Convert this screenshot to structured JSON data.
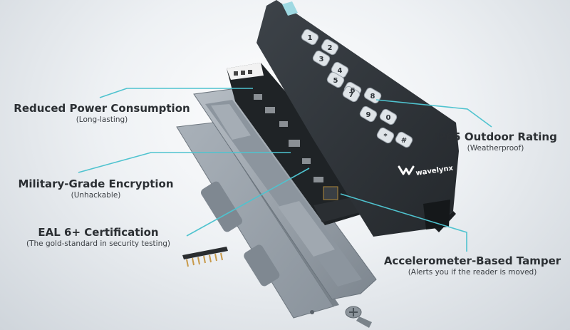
{
  "colors": {
    "leader_line": "#4fc3cf",
    "device_body": "#2e3338",
    "pcb": "#1f2326",
    "bracket": "#9aa3ac"
  },
  "brand": {
    "logo_text": "wavelynx"
  },
  "keypad": {
    "keys": [
      "1",
      "2",
      "3",
      "4",
      "5",
      "6",
      "7",
      "8",
      "9",
      "0",
      "*",
      "#"
    ]
  },
  "callouts": {
    "power": {
      "title": "Reduced Power Consumption",
      "subtitle": "(Long-lasting)"
    },
    "encryption": {
      "title": "Military-Grade Encryption",
      "subtitle": "(Unhackable)"
    },
    "eal": {
      "title": "EAL 6+ Certification",
      "subtitle": "(The gold-standard in security testing)"
    },
    "ip65": {
      "title": "IP65 Outdoor Rating",
      "subtitle": "(Weatherproof)"
    },
    "tamper": {
      "title": "Accelerometer-Based Tamper",
      "subtitle": "(Alerts you if the reader is moved)"
    }
  }
}
